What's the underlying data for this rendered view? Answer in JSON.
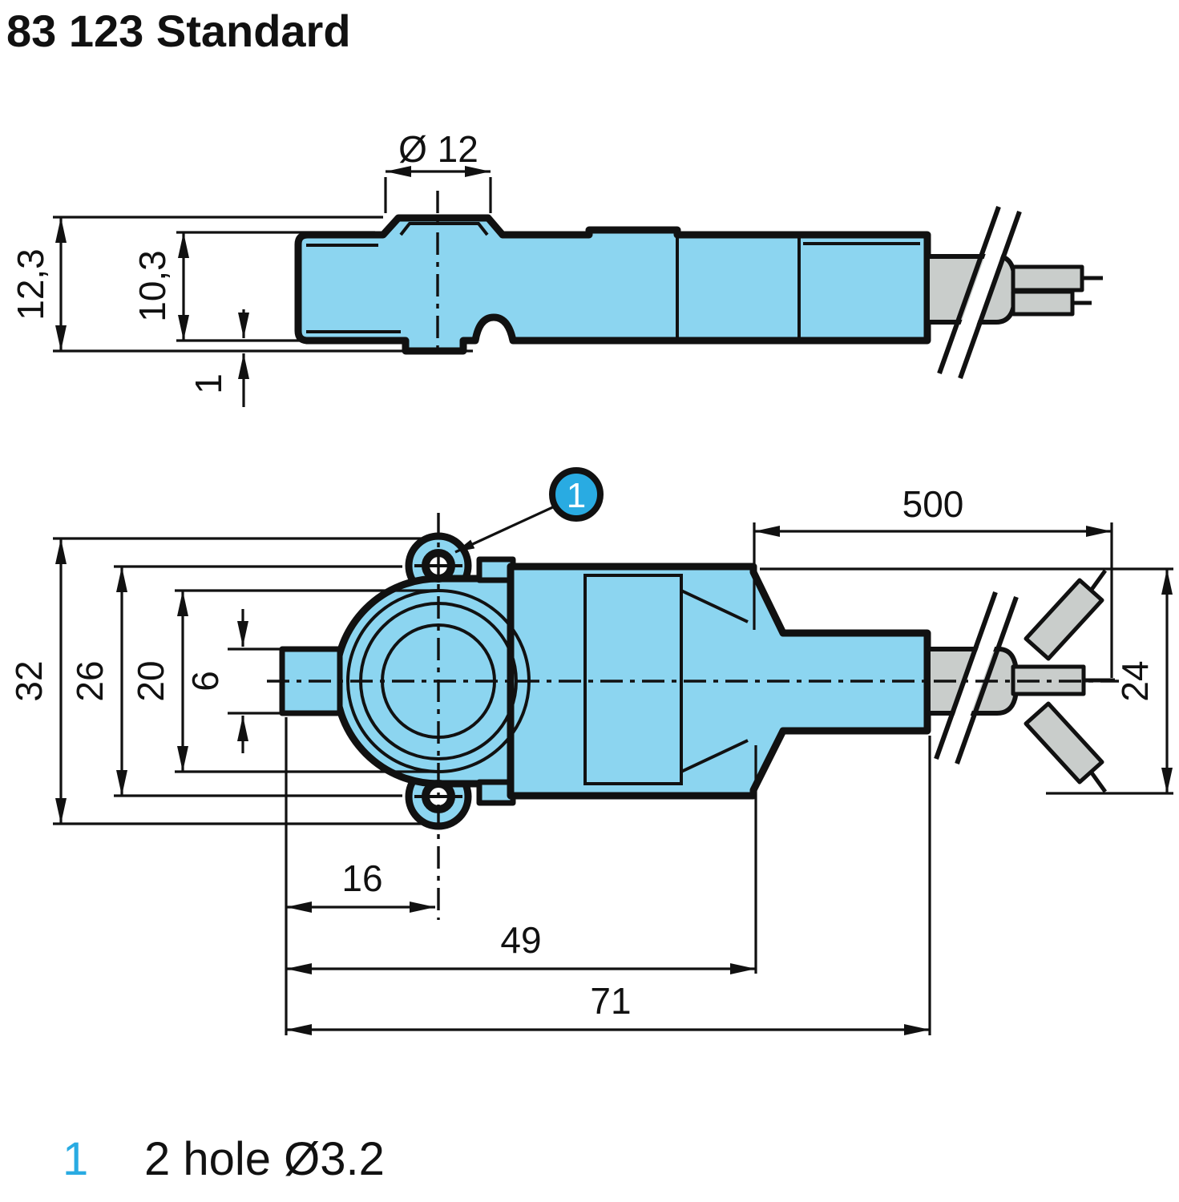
{
  "title": "83 123 Standard",
  "drawing": {
    "side_view": {
      "dim_boss_diameter": "Ø 12",
      "dim_overall_height": "12,3",
      "dim_body_height": "10,3",
      "dim_lip": "1"
    },
    "plan_view": {
      "dim_overall_width": "32",
      "dim_block_width": "26",
      "dim_circle_diameter": "20",
      "dim_nub_width": "6",
      "dim_hole_offset": "16",
      "dim_body_length": "49",
      "dim_total_length": "71",
      "dim_cable_length": "500",
      "dim_wire_spread": "24",
      "callout_number": "1"
    }
  },
  "legend": {
    "marker": "1",
    "text": "2 hole Ø3.2"
  },
  "colors": {
    "body_fill": "#8CD5F0",
    "cable_fill": "#C9CDCB",
    "callout_fill": "#29ABE2",
    "line": "#111111",
    "background": "#FFFFFF"
  }
}
